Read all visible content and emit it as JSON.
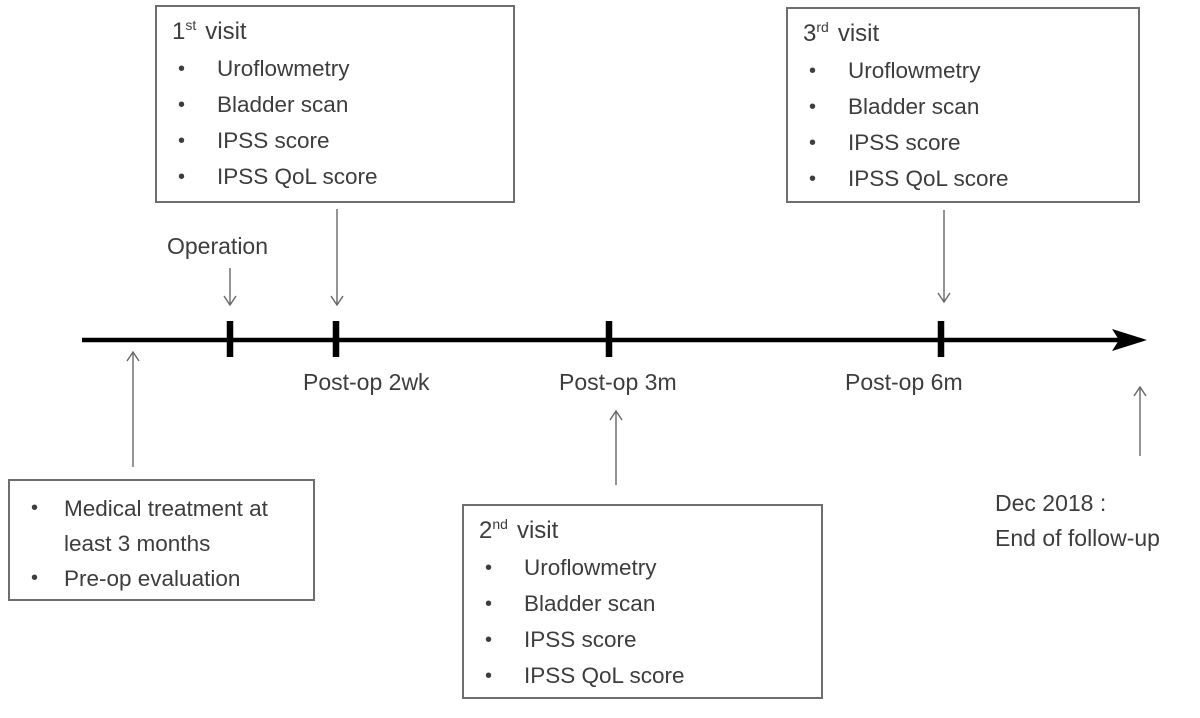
{
  "figure": {
    "bullet_char": "•",
    "boxes": {
      "visit1": {
        "ordinal": "1",
        "suffix": "st",
        "title_rest": "visit",
        "items": [
          "Uroflowmetry",
          "Bladder scan",
          "IPSS score",
          "IPSS QoL score"
        ]
      },
      "visit2": {
        "ordinal": "2",
        "suffix": "nd",
        "title_rest": "visit",
        "items": [
          "Uroflowmetry",
          "Bladder scan",
          "IPSS score",
          "IPSS QoL score"
        ]
      },
      "visit3": {
        "ordinal": "3",
        "suffix": "rd",
        "title_rest": "visit",
        "items": [
          "Uroflowmetry",
          "Bladder scan",
          "IPSS score",
          "IPSS QoL score"
        ]
      },
      "preop": {
        "items": [
          "Medical treatment at least 3 months",
          "Pre-op evaluation"
        ]
      }
    },
    "timeline": {
      "operation_label": "Operation",
      "tick_labels": [
        "Post-op 2wk",
        "Post-op 3m",
        "Post-op 6m"
      ],
      "end_followup_line1": "Dec 2018 :",
      "end_followup_line2": "End of follow-up"
    },
    "colors": {
      "text": "#3d3d3d",
      "timeline": "#000000",
      "arrow": "#676767",
      "box_border": "#6e6e6e"
    }
  }
}
